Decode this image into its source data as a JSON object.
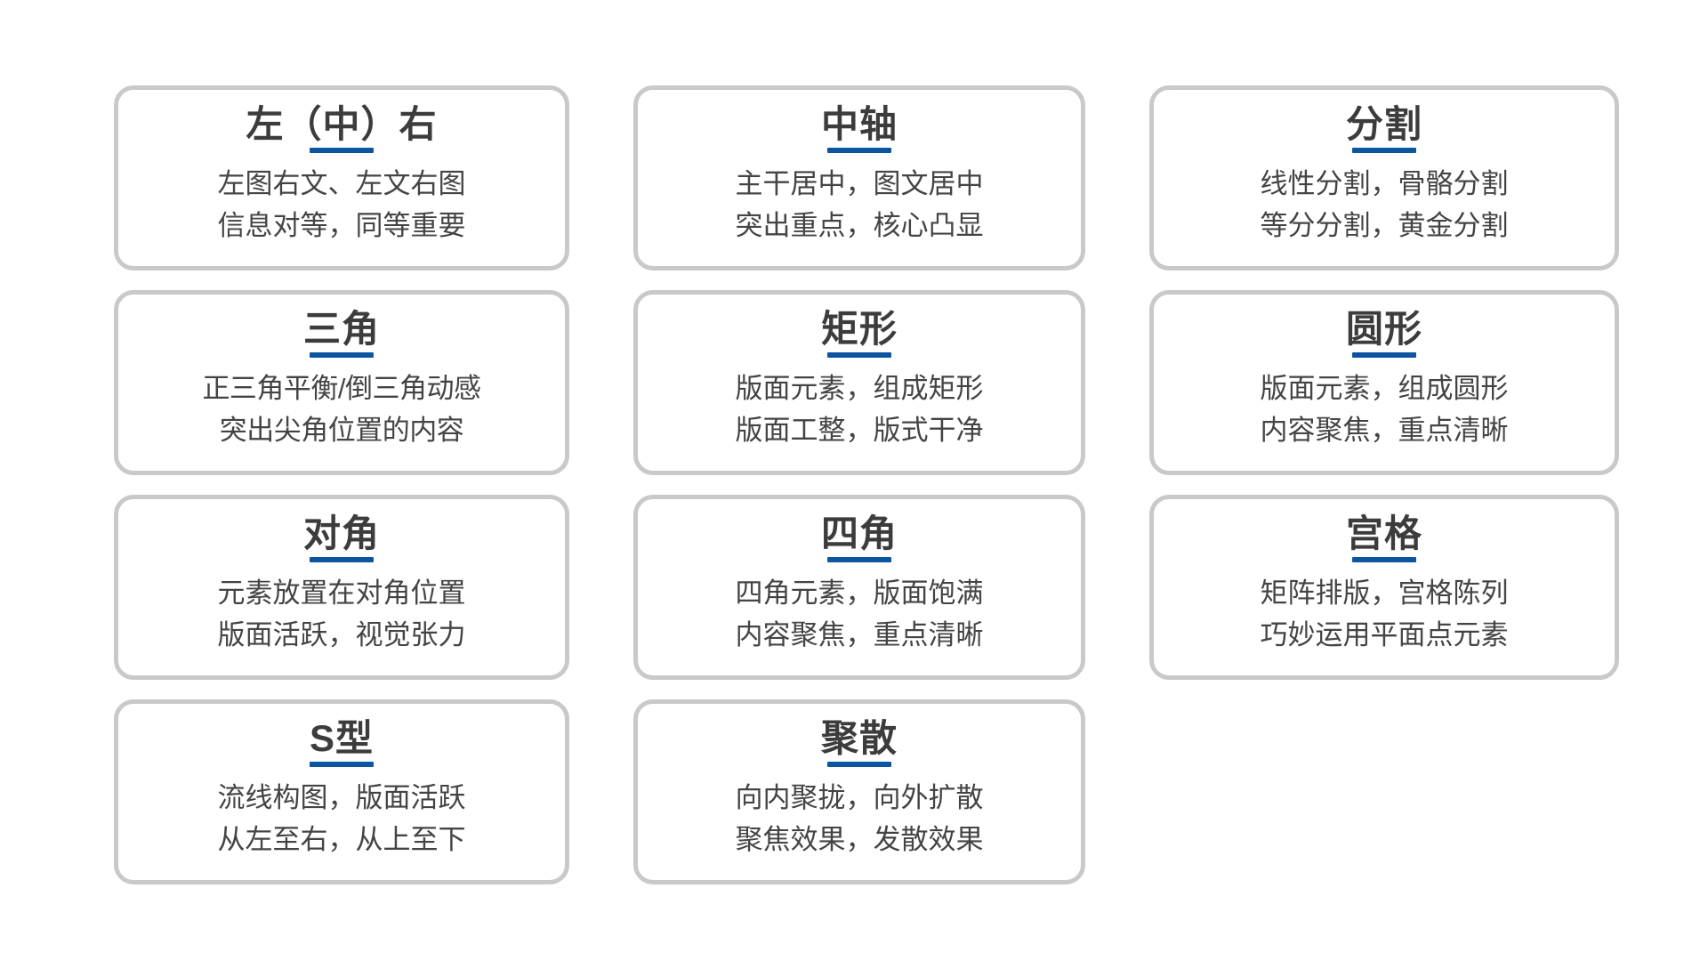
{
  "page": {
    "background_color": "#ffffff",
    "accent_color": "#0b55a1",
    "border_color": "#c9c9c9",
    "title_color": "#3c3c3c",
    "body_color": "#444444"
  },
  "cards": [
    {
      "title": "左（中）右",
      "line1": "左图右文、左文右图",
      "line2": "信息对等，同等重要"
    },
    {
      "title": "中轴",
      "line1": "主干居中，图文居中",
      "line2": "突出重点，核心凸显"
    },
    {
      "title": "分割",
      "line1": "线性分割，骨骼分割",
      "line2": "等分分割，黄金分割"
    },
    {
      "title": "三角",
      "line1": "正三角平衡/倒三角动感",
      "line2": "突出尖角位置的内容"
    },
    {
      "title": "矩形",
      "line1": "版面元素，组成矩形",
      "line2": "版面工整，版式干净"
    },
    {
      "title": "圆形",
      "line1": "版面元素，组成圆形",
      "line2": "内容聚焦，重点清晰"
    },
    {
      "title": "对角",
      "line1": "元素放置在对角位置",
      "line2": "版面活跃，视觉张力"
    },
    {
      "title": "四角",
      "line1": "四角元素，版面饱满",
      "line2": "内容聚焦，重点清晰"
    },
    {
      "title": "宫格",
      "line1": "矩阵排版，宫格陈列",
      "line2": "巧妙运用平面点元素"
    },
    {
      "title": "S型",
      "line1": "流线构图，版面活跃",
      "line2": "从左至右，从上至下"
    },
    {
      "title": "聚散",
      "line1": "向内聚拢，向外扩散",
      "line2": "聚焦效果，发散效果"
    }
  ]
}
